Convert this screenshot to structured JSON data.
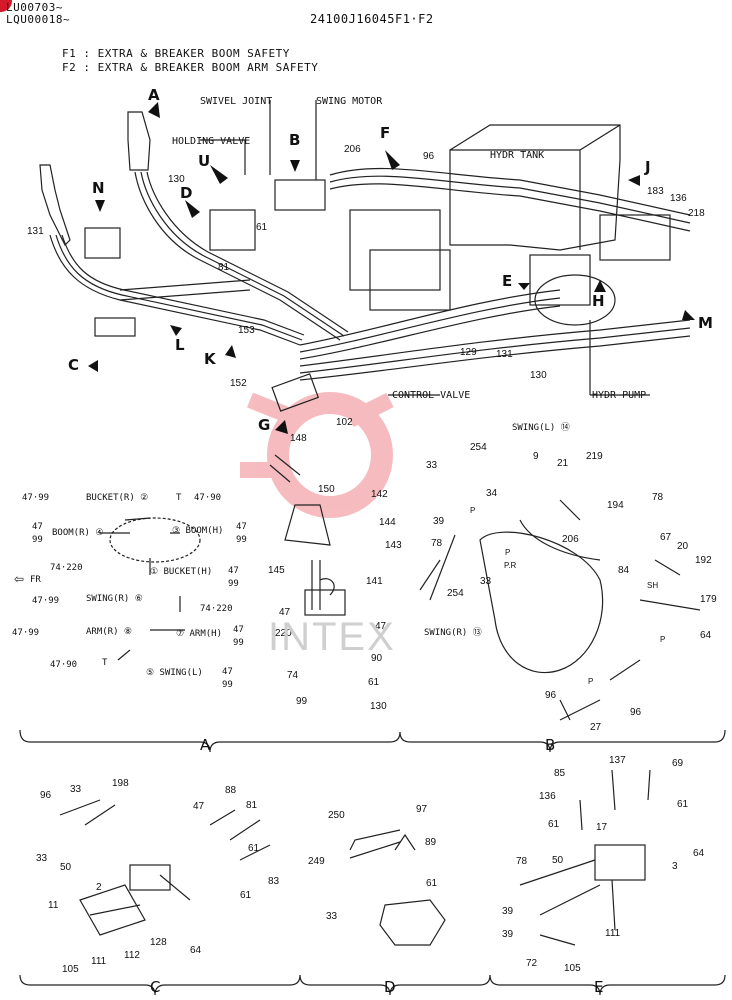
{
  "header": {
    "serials": [
      "LU00703~",
      "LQU00018~"
    ],
    "part_code": "24100J16045F1·F2",
    "legend": [
      "F1 : EXTRA & BREAKER BOOM SAFETY",
      "F2 : EXTRA & BREAKER BOOM ARM SAFETY"
    ]
  },
  "callouts": {
    "swivel_joint": "SWIVEL JOINT",
    "swing_motor": "SWING MOTOR",
    "holding_valve": "HOLDING VALVE",
    "hydr_tank": "HYDR TANK",
    "control_valve": "CONTROL VALVE",
    "hydr_pump": "HYDR PUMP"
  },
  "view_letters": {
    "A": "A",
    "B": "B",
    "C": "C",
    "D": "D",
    "E": "E",
    "F": "F",
    "G": "G",
    "H": "H",
    "J": "J",
    "K": "K",
    "L": "L",
    "M": "M",
    "N": "N",
    "U": "U"
  },
  "main_parts": {
    "p206": "206",
    "p96": "96",
    "p130": "130",
    "p131": "131",
    "p61": "61",
    "p81": "81",
    "p153": "153",
    "p152": "152",
    "p102": "102",
    "p129": "129",
    "p131b": "131",
    "p130b": "130",
    "p183": "183",
    "p136": "136",
    "p218": "218"
  },
  "section_a": {
    "parts": {
      "p148": "148",
      "p150": "150",
      "p142": "142",
      "p144": "144",
      "p143": "143",
      "p145": "145",
      "p141": "141",
      "p47a": "47",
      "p220": "220",
      "p74": "74",
      "p47b": "47",
      "p90": "90",
      "p61": "61",
      "p99": "99",
      "p130": "130"
    },
    "pattern": {
      "bucket_r": "BUCKET(R) ②",
      "boom_r": "BOOM(R) ④",
      "boom_h": "③ BOOM(H)",
      "bucket_h": "① BUCKET(H)",
      "swing_r": "SWING(R) ⑥",
      "arm_r": "ARM(R) ⑧",
      "arm_h": "⑦ ARM(H)",
      "swing_l": "⑤ SWING(L)",
      "fr": "FR",
      "v4799": "47·99",
      "v4790": "47·90",
      "v47": "47",
      "v99": "99",
      "v74220": "74·220",
      "t": "T"
    }
  },
  "section_b": {
    "swing_l": "SWING(L) ⑭",
    "swing_r": "SWING(R) ⑬",
    "parts": {
      "p33": "33",
      "p254": "254",
      "p9": "9",
      "p21": "21",
      "p219": "219",
      "p34": "34",
      "p39": "39",
      "p78": "78",
      "p33b": "33",
      "p206": "206",
      "p194": "194",
      "p78b": "78",
      "p67": "67",
      "p20": "20",
      "p192": "192",
      "p84": "84",
      "p179": "179",
      "p254b": "254",
      "p64": "64",
      "p96": "96",
      "p27": "27",
      "p96b": "96"
    },
    "tags": {
      "P": "P",
      "PR": "P.R",
      "SH": "SH"
    }
  },
  "section_c": {
    "parts": {
      "p96": "96",
      "p33": "33",
      "p198": "198",
      "p88": "88",
      "p47": "47",
      "p81": "81",
      "p33b": "33",
      "p50": "50",
      "p61": "61",
      "p2": "2",
      "p83": "83",
      "p61b": "61",
      "p11": "11",
      "p128": "128",
      "p64": "64",
      "p105": "105",
      "p111": "111",
      "p112": "112"
    }
  },
  "section_d": {
    "parts": {
      "p250": "250",
      "p97": "97",
      "p89": "89",
      "p249": "249",
      "p61": "61",
      "p33": "33"
    }
  },
  "section_e": {
    "parts": {
      "p85": "85",
      "p137": "137",
      "p69": "69",
      "p136": "136",
      "p61": "61",
      "p17": "17",
      "p61b": "61",
      "p50": "50",
      "p64": "64",
      "p78": "78",
      "p3": "3",
      "p39": "39",
      "p39b": "39",
      "p111": "111",
      "p72": "72",
      "p105": "105"
    }
  },
  "section_labels": {
    "A": "A",
    "B": "B",
    "C": "C",
    "D": "D",
    "E": "E"
  },
  "watermark": "INTEX"
}
